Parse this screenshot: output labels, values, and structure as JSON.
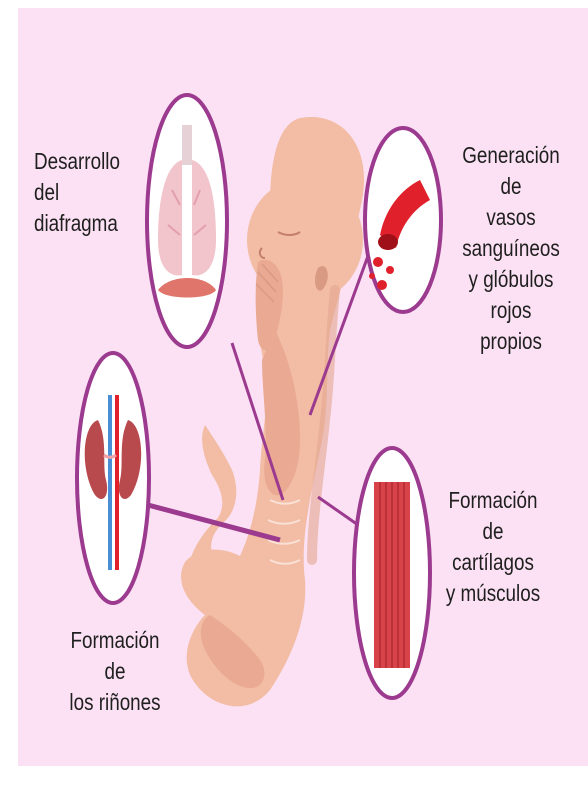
{
  "colors": {
    "background": "#fbe1f3",
    "circle_outline": "#9b3a8e",
    "connector_line": "#9b3a8e",
    "fetus_skin": "#f2bca5",
    "fetus_shadow": "#d99a84",
    "blood_red": "#e0212b",
    "muscle_red": "#d8434a",
    "kidney": "#b84a4e",
    "vein_blue": "#4a8fd6",
    "lung_pink": "#f2c4cc"
  },
  "labels": {
    "diaphragm": "Desarrollo del\ndiafragma",
    "blood": "Generación de\nvasos sanguíneos\ny glóbulos rojos\npropios",
    "kidneys": "Formación de\nlos riñones",
    "muscles": "Formación de\ncartílagos\ny músculos"
  },
  "icons": {
    "diaphragm": "lungs-diaphragm-icon",
    "blood": "blood-vessel-icon",
    "kidneys": "kidneys-icon",
    "muscles": "muscle-fiber-icon",
    "center": "fetus-illustration"
  }
}
